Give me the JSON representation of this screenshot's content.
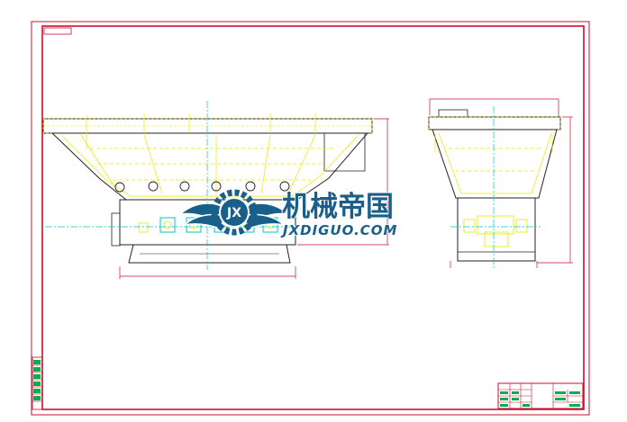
{
  "colors": {
    "background": "#ffffff",
    "frame": "#c8102e",
    "outline": "#222222",
    "hidden_lines": "#e8e800",
    "center_lines": "#00c8c8",
    "dimensions": "#c8102e",
    "title_block_fill": "#00b050",
    "watermark_text": "#1a5f8a",
    "watermark_stroke": "#ffffff"
  },
  "watermark": {
    "logo_letters": "JX",
    "title_cn": "机械帝国",
    "site": "JXDIGUO.COM"
  },
  "icons": {
    "logo": "gear-wings-logo-icon"
  }
}
